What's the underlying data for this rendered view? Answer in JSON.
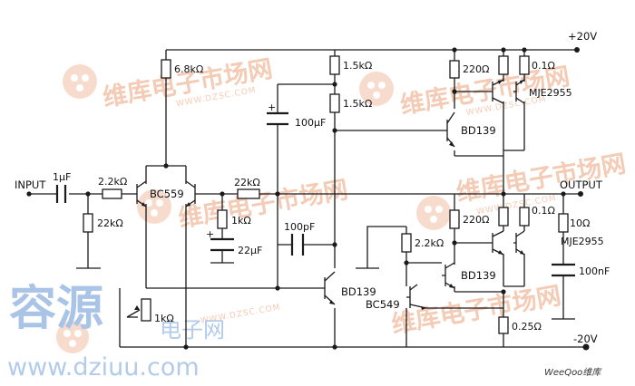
{
  "labels": {
    "input": "INPUT",
    "output": "OUTPUT",
    "vpos": "+20V",
    "vneg": "-20V",
    "c_in": "1µF",
    "r_in": "2.2kΩ",
    "r_bias": "22kΩ",
    "q1": "BC559",
    "r_tail": "6.8kΩ",
    "r_fb": "22kΩ",
    "r_fb_gnd": "1kΩ",
    "c_fb": "22µF",
    "r_bs1": "1.5kΩ",
    "r_bs2": "1.5kΩ",
    "c_bs": "100µF",
    "c_comp": "100pF",
    "q_vas": "BD139",
    "q_drv_top": "BD139",
    "r_220_top": "220Ω",
    "r_01_top": "0.1Ω",
    "q_out_top": "MJE2955",
    "r_220_bot": "220Ω",
    "r_01_bot": "0.1Ω",
    "q_out_bot": "MJE2955",
    "r_22k_bot": "2.2kΩ",
    "q_drv_bot": "BD139",
    "q_vbe": "BC549",
    "r_025": "0.25Ω",
    "r_zobel": "10Ω",
    "c_zobel": "100nF",
    "r_trim": "1kΩ"
  },
  "watermarks": {
    "cn": "维库电子市场网",
    "url": "WWW.DZSC.COM",
    "big_cn1": "容源",
    "big_cn2": "电子网",
    "big_url": "www.dziuu.com",
    "corner": "WeeQoo维库"
  },
  "colors": {
    "wire": "#1a1a1a",
    "watermark": "#f4cbb5",
    "blue_watermark": "#a9c4e6"
  }
}
